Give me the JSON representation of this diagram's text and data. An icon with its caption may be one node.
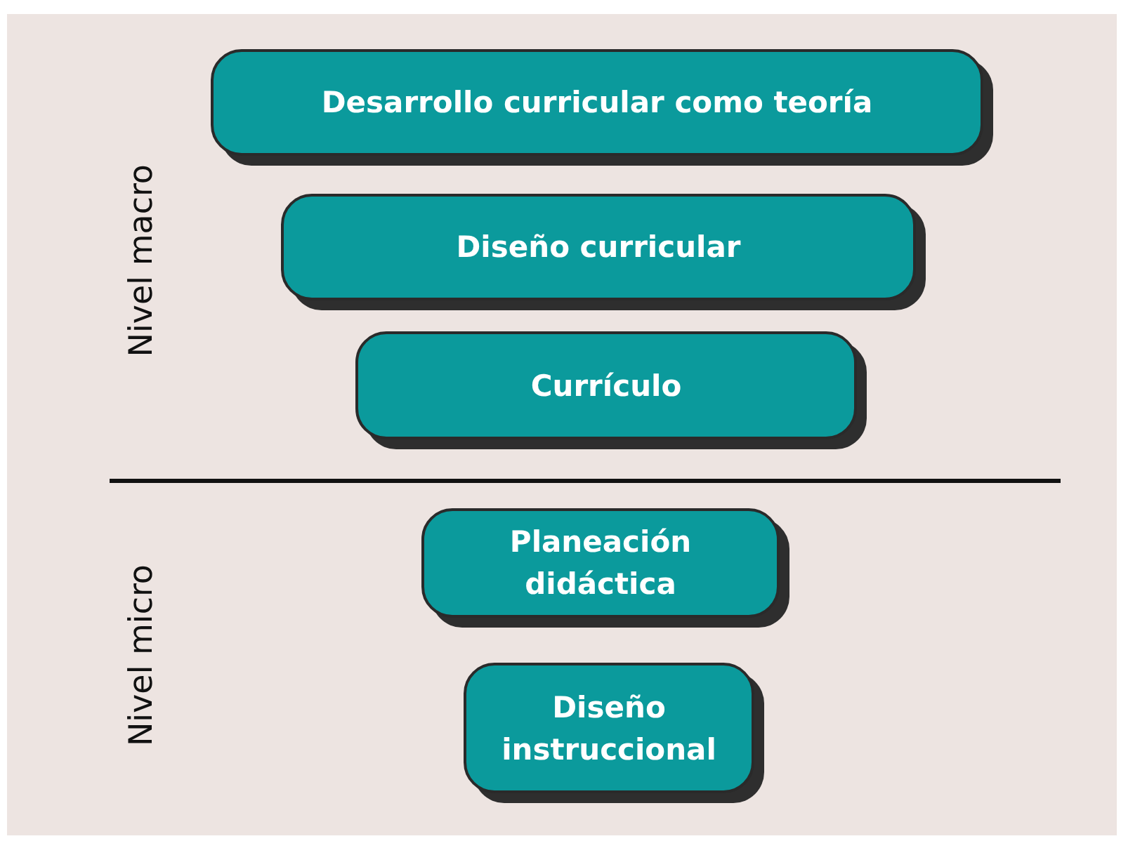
{
  "diagram": {
    "nodes": [
      {
        "text": [
          "Desarrollo curricular como teoría"
        ]
      },
      {
        "text": [
          "Diseño curricular"
        ]
      },
      {
        "text": [
          "Currículo"
        ]
      },
      {
        "text": [
          "Planeación didáctica"
        ]
      },
      {
        "text": [
          "Diseño instruccional"
        ]
      }
    ],
    "labels": [
      "Nivel macro",
      "Nivel micro"
    ]
  }
}
